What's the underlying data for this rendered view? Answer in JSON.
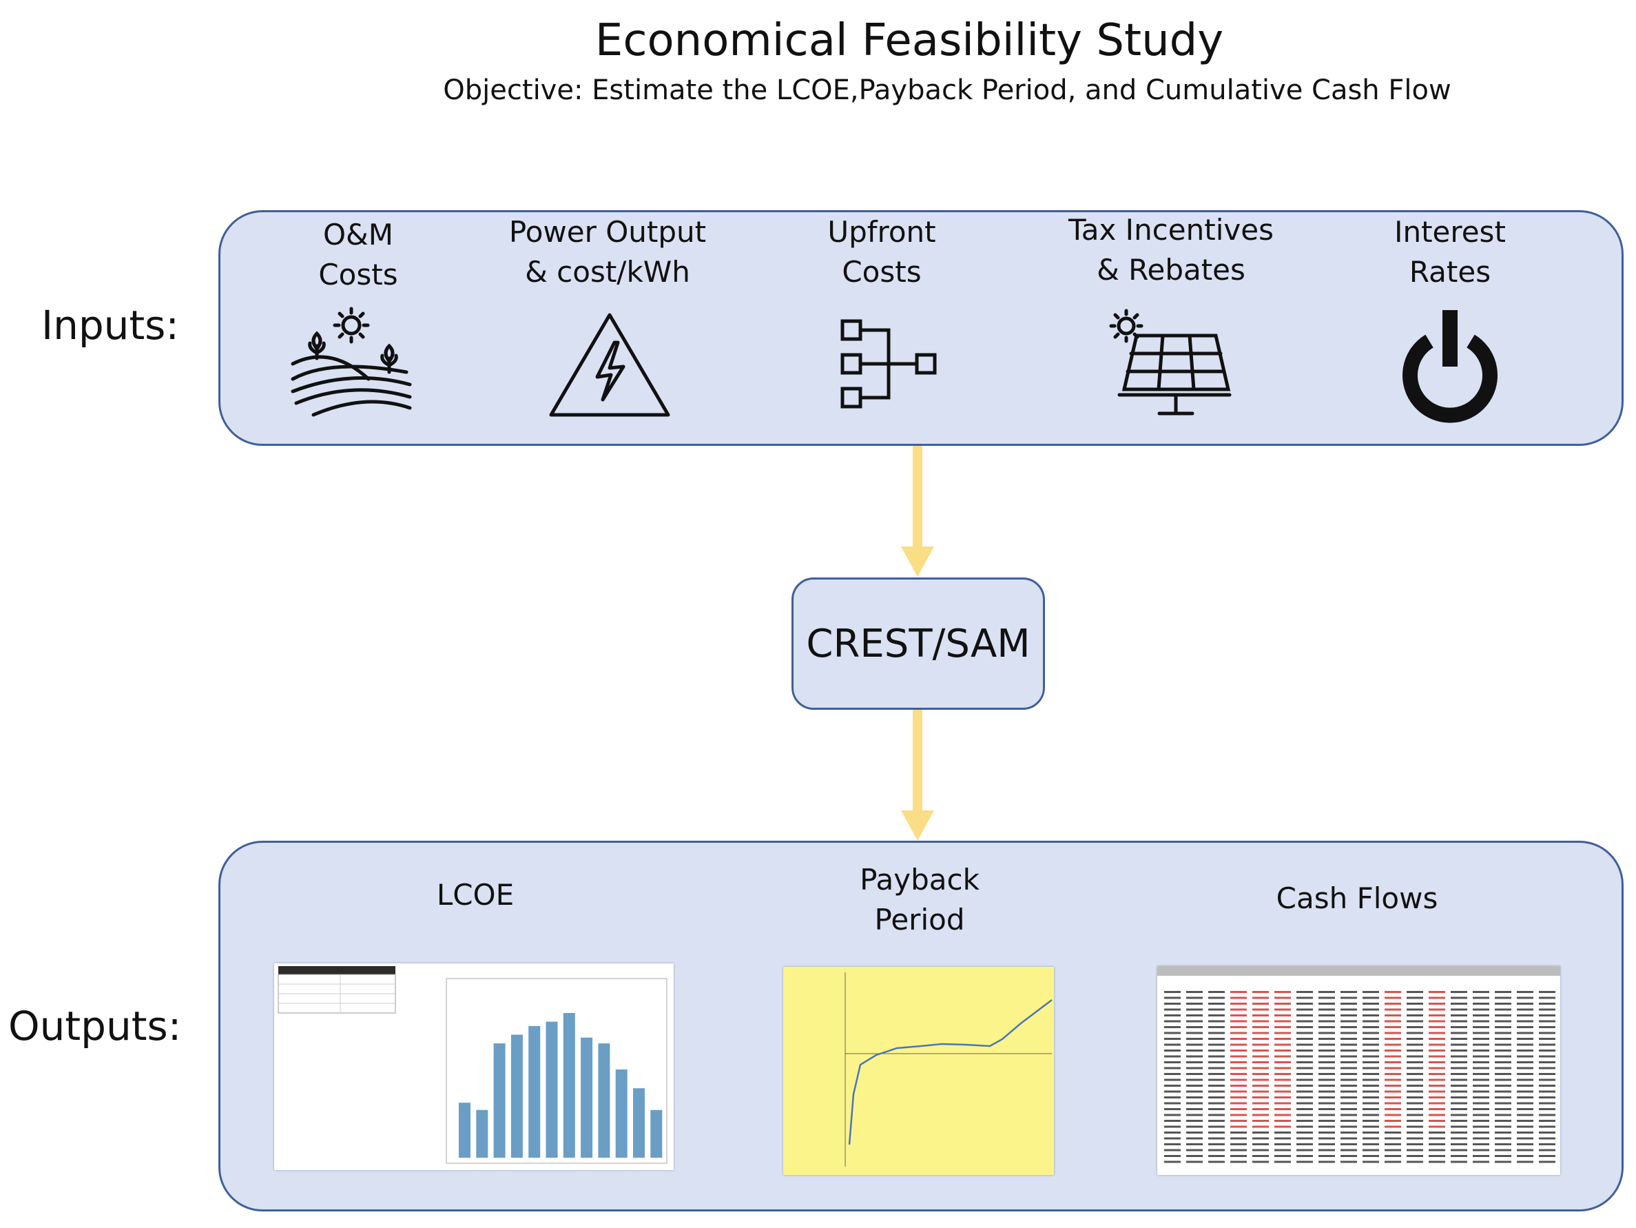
{
  "title": "Economical Feasibility  Study",
  "subtitle": "Objective: Estimate the LCOE,Payback Period, and Cumulative Cash Flow",
  "inputs": {
    "row_label": "Inputs:",
    "items": [
      {
        "line1": "O&M",
        "line2": "Costs",
        "icon": "farm-field-sun-icon"
      },
      {
        "line1": "Power Output",
        "line2": "& cost/kWh",
        "icon": "high-voltage-warning-icon"
      },
      {
        "line1": "Upfront",
        "line2": "Costs",
        "icon": "hierarchy-diagram-icon"
      },
      {
        "line1": "Tax Incentives",
        "line2": "& Rebates",
        "icon": "solar-panel-icon"
      },
      {
        "line1": "Interest",
        "line2": "Rates",
        "icon": "power-button-icon"
      }
    ]
  },
  "process": {
    "label": "CREST/SAM"
  },
  "outputs": {
    "row_label": "Outputs:",
    "items": [
      {
        "line1": "LCOE",
        "line2": ""
      },
      {
        "line1": "Payback",
        "line2": "Period"
      },
      {
        "line1": "Cash Flows",
        "line2": ""
      }
    ]
  },
  "colors": {
    "panel_fill": "#d9e1f2",
    "panel_border": "#3f5f9a",
    "arrow": "#fbdd85",
    "bar": "#6a9ec5",
    "chart_bg": "#fbf48a"
  }
}
